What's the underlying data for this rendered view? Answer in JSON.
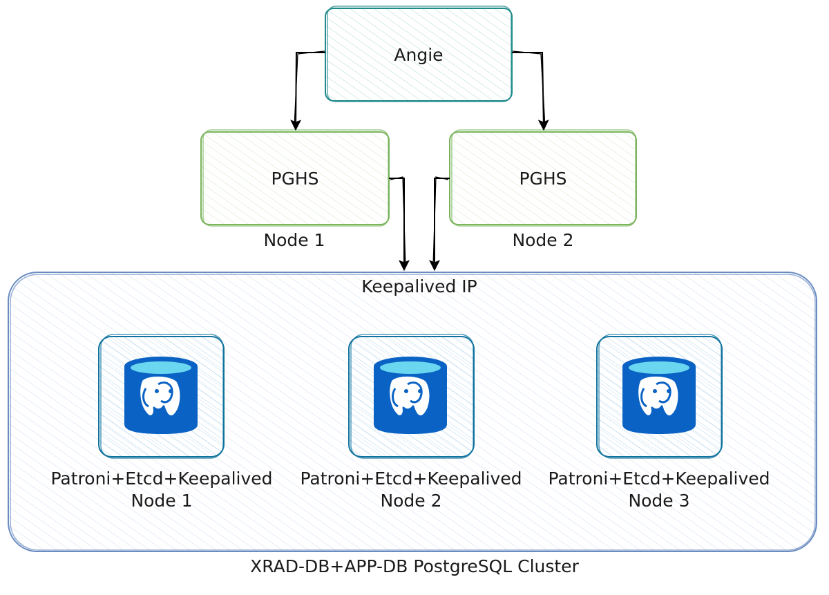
{
  "diagram": {
    "top": {
      "label": "Angie"
    },
    "proxies": [
      {
        "label": "PGHS",
        "caption": "Node 1"
      },
      {
        "label": "PGHS",
        "caption": "Node 2"
      }
    ],
    "cluster": {
      "vip_label": "Keepalived IP",
      "caption": "XRAD-DB+APP-DB PostgreSQL Cluster",
      "db_nodes": [
        {
          "line1": "Patroni+Etcd+Keepalived",
          "line2": "Node 1",
          "icon": "postgresql-database-icon"
        },
        {
          "line1": "Patroni+Etcd+Keepalived",
          "line2": "Node 2",
          "icon": "postgresql-database-icon"
        },
        {
          "line1": "Patroni+Etcd+Keepalived",
          "line2": "Node 3",
          "icon": "postgresql-database-icon"
        }
      ]
    },
    "colors": {
      "angie_stroke": "#1f8a8a",
      "angie_fill": "#d8efec",
      "proxy_stroke": "#7ab55c",
      "proxy_fill": "#e6f0dc",
      "cluster_stroke": "#6a8cc0",
      "cluster_fill": "#dde8f6",
      "db_stroke": "#10739e",
      "db_fill": "#cdebf5",
      "cylinder_blue": "#0a63c4",
      "cylinder_top": "#6ad6ef"
    }
  }
}
